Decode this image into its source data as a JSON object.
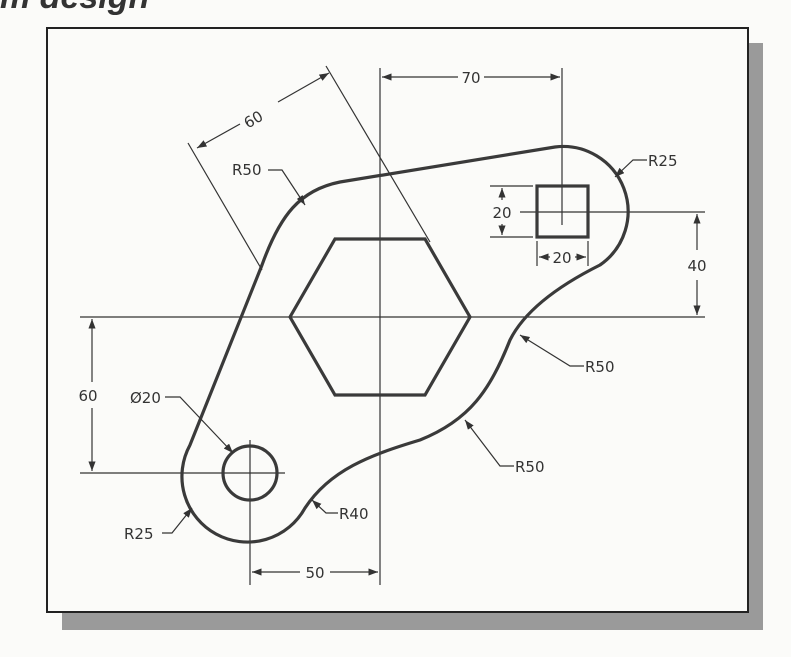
{
  "heading": "m design",
  "dimensions": {
    "d70": "70",
    "d40": "40",
    "d60_left": "60",
    "d50": "50",
    "d20_vertical": "20",
    "d20_horizontal": "20",
    "d60_diagonal": "60"
  },
  "callouts": {
    "r50_top": "R50",
    "r25_top": "R25",
    "r50_right": "R50",
    "dia20": "Ø20",
    "r50_bottom": "R50",
    "r40": "R40",
    "r25_bottom": "R25"
  },
  "colors": {
    "line": "#333333",
    "shadow": "#9a9a9a",
    "paper": "#fbfbf9"
  }
}
